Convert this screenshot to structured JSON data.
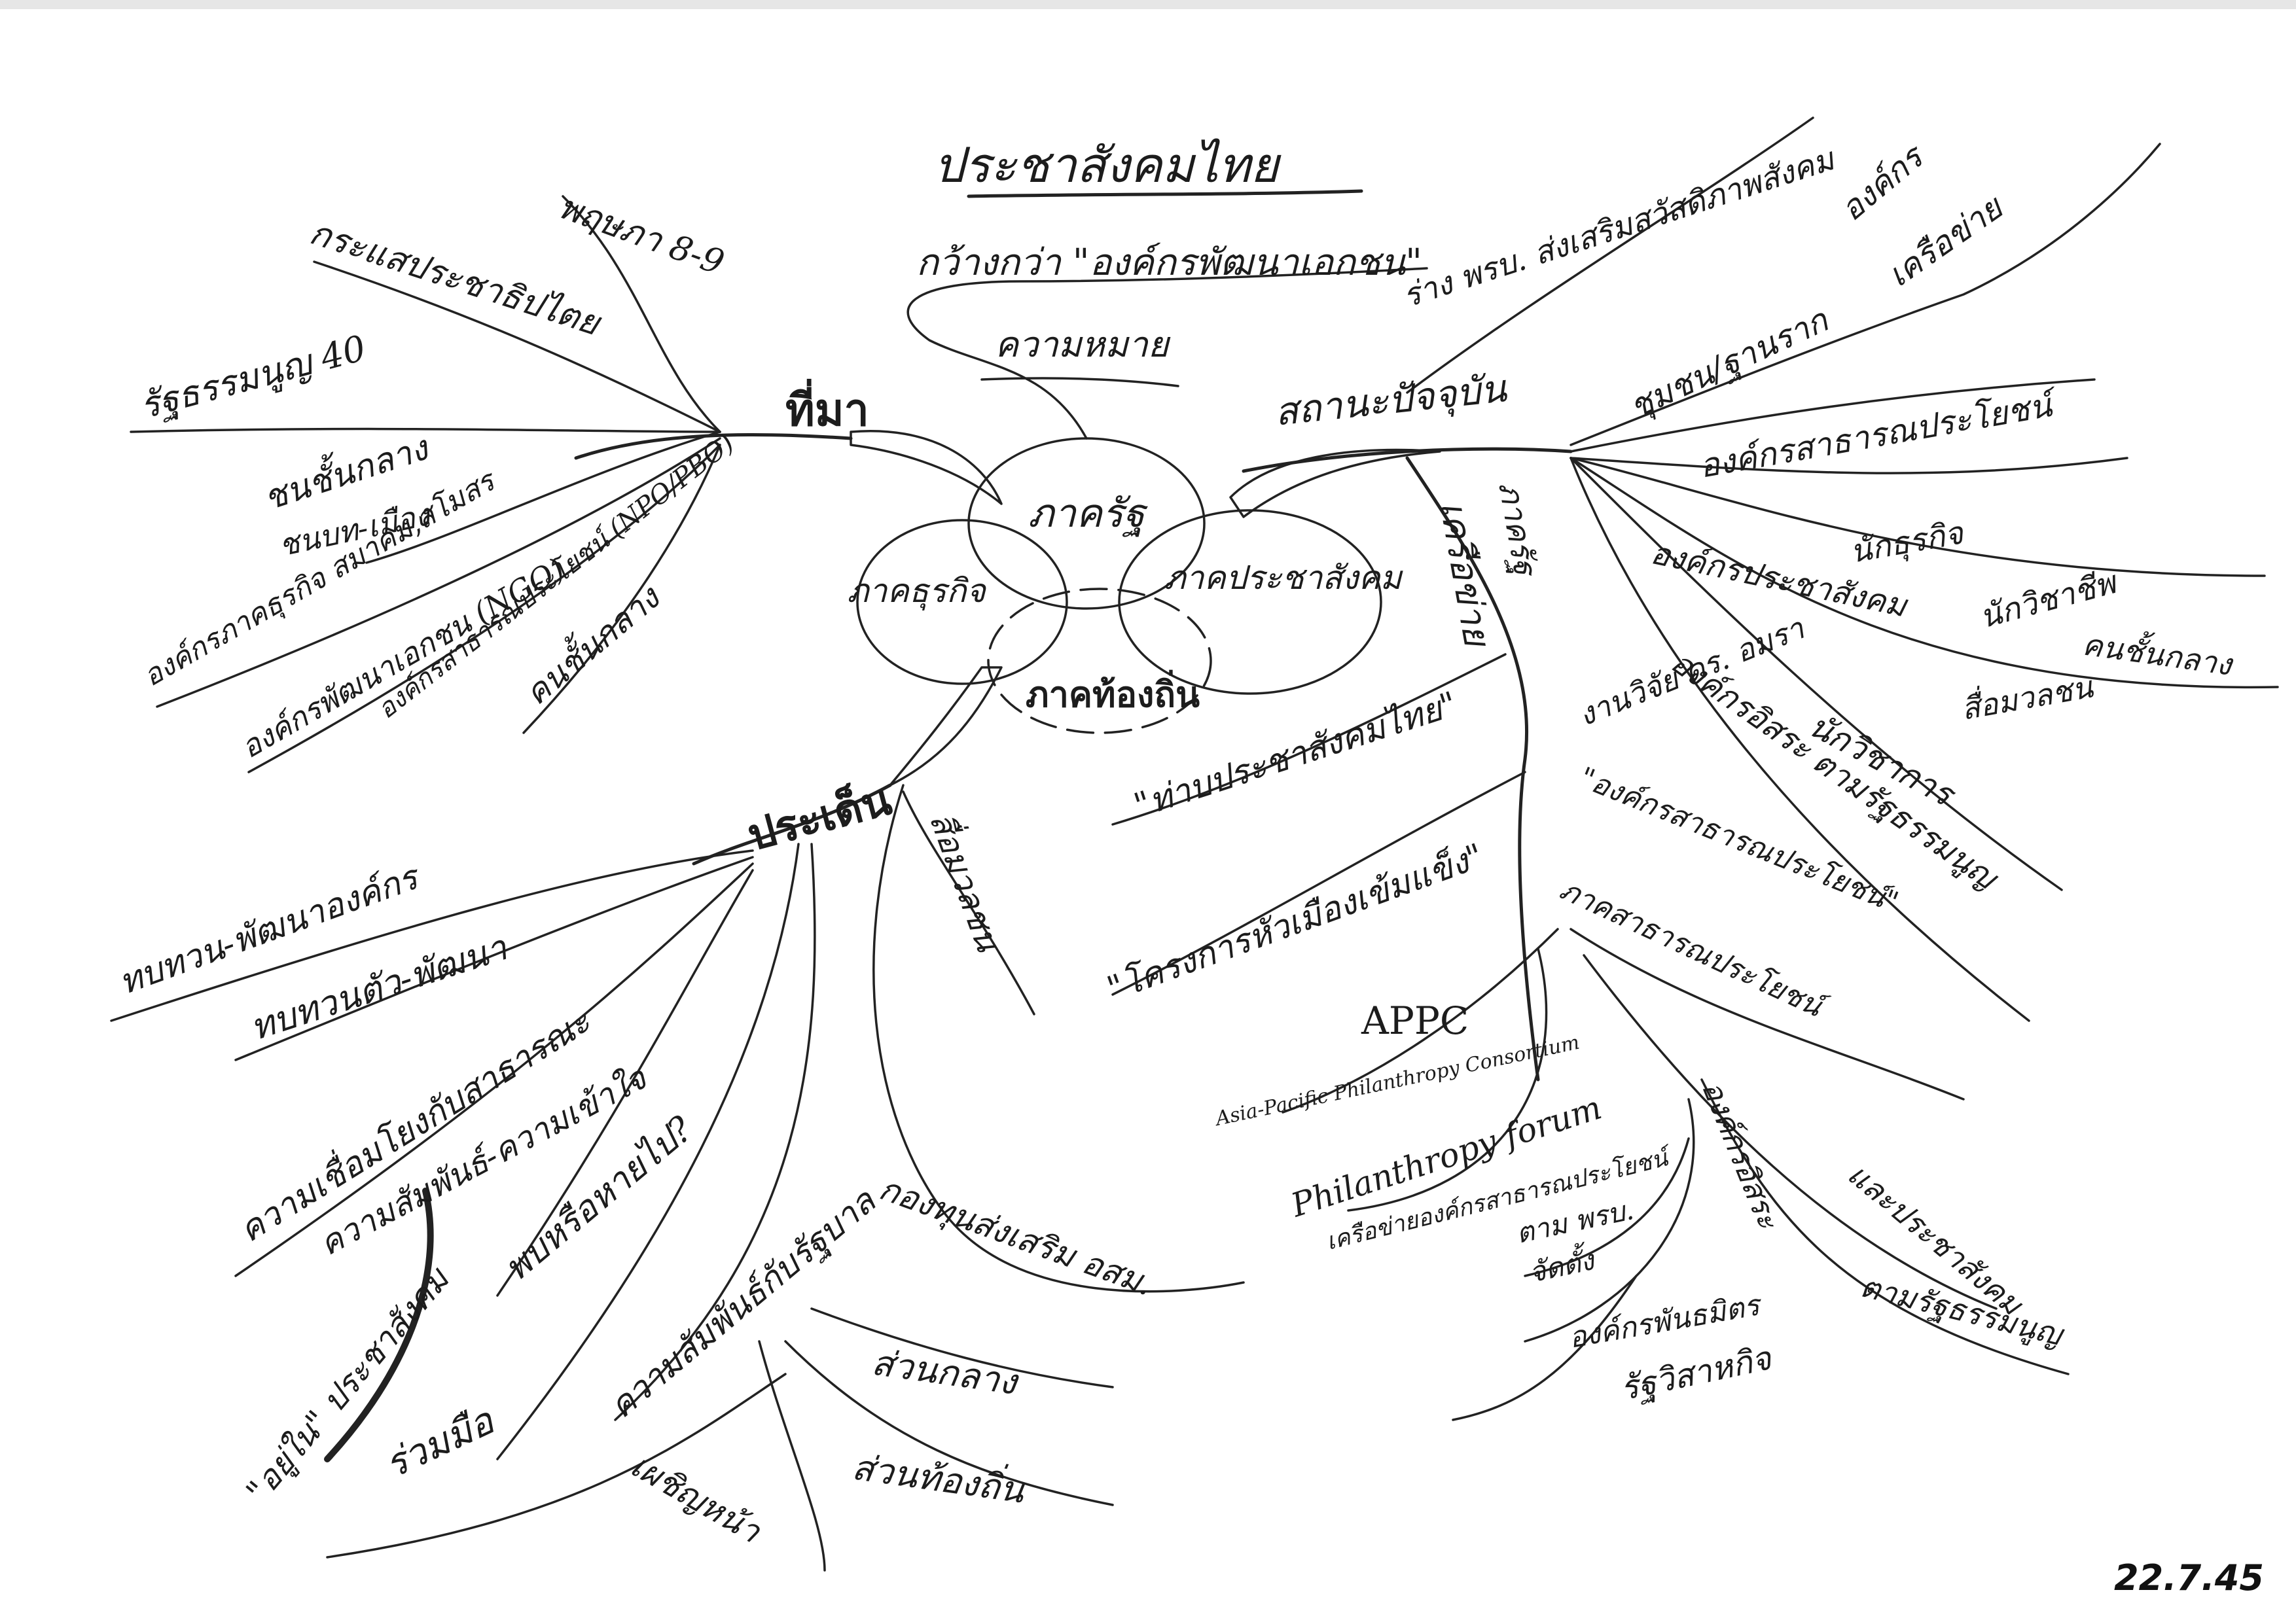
{
  "title": "ประชาสังคมไทย",
  "date_stamp": "22.7.45",
  "hub": {
    "circles": {
      "state": "ภาครัฐ",
      "business": "ภาคธุรกิจ",
      "civil": "ภาคประชาสังคม",
      "local": "ภาคท้องถิ่น"
    }
  },
  "top": {
    "wider": "กว้างกว่า \"องค์กรพัฒนาเอกชน\"",
    "meaning": "ความหมาย"
  },
  "origin": {
    "label": "ที่มา",
    "items": [
      "พฤษภา 8-9",
      "กระแสประชาธิปไตย",
      "รัฐธรรมนูญ 40",
      "ชนชั้นกลาง",
      "ชนบท-เมือง",
      "องค์กรภาคธุรกิจ สมาคม,สโมสร",
      "องค์กรพัฒนาเอกชน (NGO)",
      "องค์กรสาธารณประโยชน์ (NPO/PBO)",
      "คนชั้นกลาง"
    ]
  },
  "status": {
    "label": "สถานะปัจจุบัน",
    "items": [
      "ร่าง พรบ. ส่งเสริมสวัสดิภาพสังคม",
      "องค์กร",
      "เครือข่าย",
      "ชุมชน/ฐานราก",
      "องค์กรสาธารณประโยชน์",
      "นักธุรกิจ",
      "องค์กรประชาสังคม",
      "นักวิชาชีพ",
      "คนชั้นกลาง",
      "สื่อมวลชน",
      "นักวิชาการ",
      "องค์กรอิสระ ตามรัฐธรรมนูญ"
    ]
  },
  "network": {
    "label": "เครือข่าย",
    "items": [
      "\"ท่าบประชาสังคมไทย\"",
      "\"โครงการหัวเมืองเข้มแข็ง\"",
      "งานวิจัย ดร. อมรา",
      "\"องค์กรสาธารณประโยชน์\"",
      "ภาครัฐ",
      "ภาคสาธารณประโยชน์",
      "APPC",
      "Asia-Pacific Philanthropy Consortium",
      "Philanthropy forum",
      "เครือข่ายองค์กรสาธารณประโยชน์",
      "ตาม พรบ.",
      "จัดตั้ง",
      "องค์กรพันธมิตร",
      "องค์กรอิสระ",
      "ตามรัฐธรรมนูญ",
      "และประชาสังคม",
      "รัฐวิสาหกิจ"
    ]
  },
  "issues": {
    "label": "ประเด็น",
    "items": [
      "ทบทวน-พัฒนาองค์กร",
      "ทบทวนตัว-พัฒนา",
      "ความเชื่อมโยงกับสาธารณะ",
      "ความสัมพันธ์-ความเข้าใจ",
      "พบหรือหายไป?",
      "\"อยู่ใน\" ประชาสังคม",
      "ร่วมมือ",
      "ความสัมพันธ์กับรัฐบาล",
      "เผชิญหน้า",
      "สื่อมวลชน",
      "กองทุนส่งเสริม อสม.",
      "ส่วนกลาง",
      "ส่วนท้องถิ่น"
    ]
  }
}
